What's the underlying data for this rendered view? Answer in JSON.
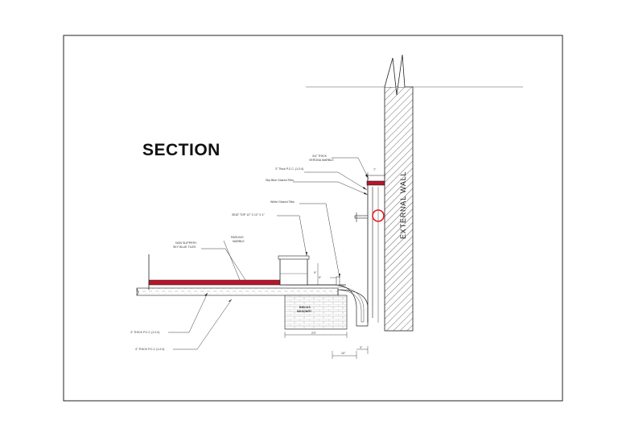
{
  "title": "SECTION",
  "wall_label": "EXTERNAL WALL",
  "brick": {
    "line1": "BRICKS",
    "line2": "MASONRY"
  },
  "labels": {
    "verona_1": "3/4\" THICK",
    "verona_2": "VERONA MARBLE",
    "pcc_top": "3\" Thick P.C.C. (1:2:4)",
    "sky_blue": "Sky Blue Glazed Tiles",
    "white_glazed": "White Glazed Tiles",
    "seat_top": "SEAT TOP 12\" X 12\" X 1\"",
    "parlino_1": "PARLINO",
    "parlino_2": "MARBLE",
    "non_slip_1": "NON SLIPPERY",
    "non_slip_2": "SKY BLUE TILES",
    "pcc_3": "3\" THICK P.C.C (1:2:4)",
    "pcc_4": "4\" THICK P.C.C (1:2:4)"
  },
  "dimensions": {
    "top_width": "7\"",
    "step_height": "9\"",
    "step_gap": "9\"",
    "brick_width": "2'0\"",
    "drain_width": "10\"",
    "wall_gap": "3\""
  },
  "colors": {
    "line": "#222222",
    "marble": "#b5162a",
    "marker": "#e21b23",
    "hatch": "#555555",
    "brick_line": "#aaaaaa"
  }
}
